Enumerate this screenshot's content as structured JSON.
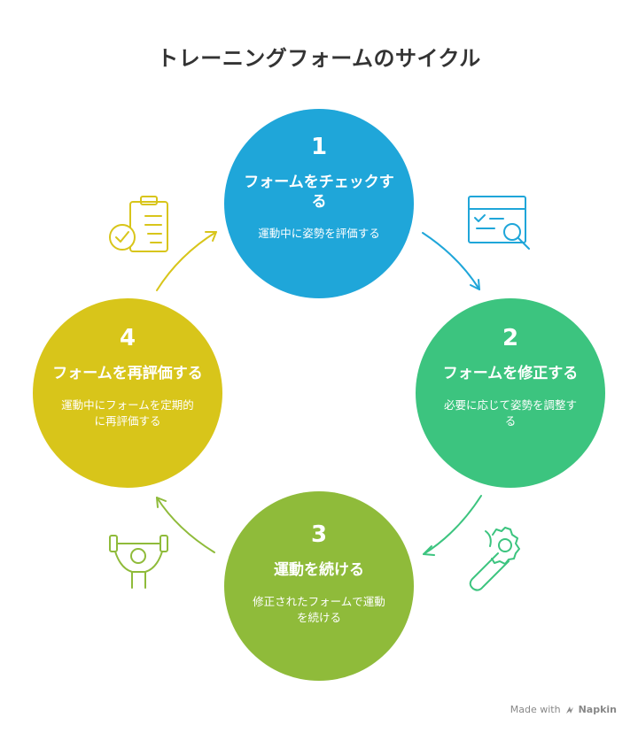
{
  "title": "トレーニングフォームのサイクル",
  "steps": [
    {
      "number": "1",
      "heading": "フォームをチェックする",
      "description": "運動中に姿勢を評価する",
      "color": "#1fa6d9",
      "icon": "search-document-icon"
    },
    {
      "number": "2",
      "heading": "フォームを修正する",
      "description": "必要に応じて姿勢を調整する",
      "color": "#3cc47f",
      "icon": "gear-wrench-icon"
    },
    {
      "number": "3",
      "heading": "運動を続ける",
      "description": "修正されたフォームで運動を続ける",
      "color": "#8fbb3a",
      "icon": "weightlifter-icon"
    },
    {
      "number": "4",
      "heading": "フォームを再評価する",
      "description": "運動中にフォームを定期的に再評価する",
      "color": "#d8c51a",
      "icon": "clipboard-check-icon"
    }
  ],
  "credit": {
    "prefix": "Made with",
    "brand": "Napkin"
  }
}
